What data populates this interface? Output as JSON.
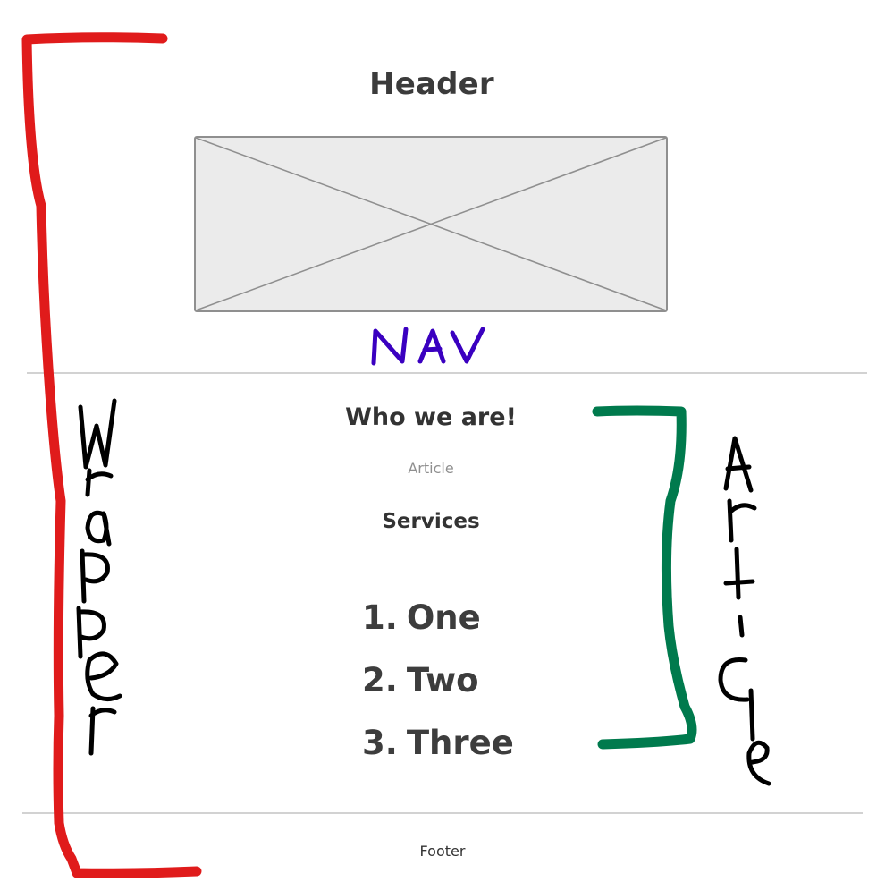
{
  "header": {
    "title": "Header"
  },
  "nav": {
    "handwritten_label": "NAV",
    "placeholder_icon": "image-placeholder-icon"
  },
  "main": {
    "heading": "Who we are!",
    "article_label": "Article",
    "services_heading": "Services",
    "services": [
      {
        "number": "1.",
        "label": "One"
      },
      {
        "number": "2.",
        "label": "Two"
      },
      {
        "number": "3.",
        "label": "Three"
      }
    ]
  },
  "footer": {
    "label": "Footer"
  },
  "annotations": {
    "wrapper_label": "Wrapper",
    "article_label": "Article"
  },
  "colors": {
    "wrapper_bracket": "#e01b1b",
    "article_bracket": "#007a4d",
    "nav_ink": "#3a00c0",
    "handwriting_ink": "#000000",
    "divider": "#d2d2d2",
    "text": "#333333",
    "muted_text": "#8f8f8f"
  }
}
